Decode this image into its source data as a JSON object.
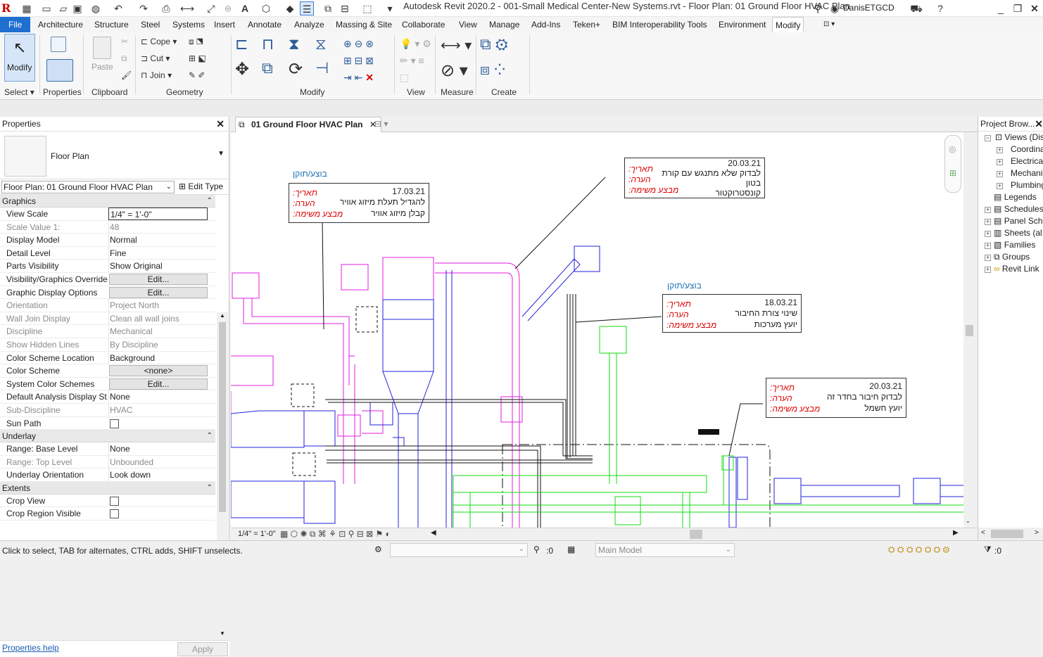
{
  "window": {
    "title": "Autodesk Revit 2020.2 - 001-Small Medical Center-New Systems.rvt - Floor Plan: 01 Ground Floor HVAC Plan",
    "user": "DanisETGCD"
  },
  "tabs": [
    "File",
    "Architecture",
    "Structure",
    "Steel",
    "Systems",
    "Insert",
    "Annotate",
    "Analyze",
    "Massing & Site",
    "Collaborate",
    "View",
    "Manage",
    "Add-Ins",
    "Teken+",
    "BIM Interoperability Tools",
    "Environment",
    "Modify"
  ],
  "ribbon": {
    "modify_label": "Modify",
    "paste_label": "Paste",
    "cope": "Cope",
    "cut": "Cut",
    "join": "Join",
    "panels": {
      "select": "Select",
      "properties": "Properties",
      "clipboard": "Clipboard",
      "geometry": "Geometry",
      "modify": "Modify",
      "view": "View",
      "measure": "Measure",
      "create": "Create"
    }
  },
  "properties": {
    "title": "Properties",
    "type_name": "Floor Plan",
    "instance": "Floor Plan: 01 Ground Floor HVAC Plan",
    "edit_type": "Edit Type",
    "sections": [
      {
        "name": "Graphics",
        "rows": [
          {
            "k": "View Scale",
            "v": "1/4\" = 1'-0\"",
            "t": "input"
          },
          {
            "k": "Scale Value    1:",
            "v": "48",
            "dis": true
          },
          {
            "k": "Display Model",
            "v": "Normal"
          },
          {
            "k": "Detail Level",
            "v": "Fine"
          },
          {
            "k": "Parts Visibility",
            "v": "Show Original"
          },
          {
            "k": "Visibility/Graphics Overrides",
            "v": "Edit...",
            "t": "btn"
          },
          {
            "k": "Graphic Display Options",
            "v": "Edit...",
            "t": "btn"
          },
          {
            "k": "Orientation",
            "v": "Project North",
            "dis": true
          },
          {
            "k": "Wall Join Display",
            "v": "Clean all wall joins",
            "dis": true
          },
          {
            "k": "Discipline",
            "v": "Mechanical",
            "dis": true
          },
          {
            "k": "Show Hidden Lines",
            "v": "By Discipline",
            "dis": true
          },
          {
            "k": "Color Scheme Location",
            "v": "Background"
          },
          {
            "k": "Color Scheme",
            "v": "<none>",
            "t": "btn"
          },
          {
            "k": "System Color Schemes",
            "v": "Edit...",
            "t": "btn"
          },
          {
            "k": "Default Analysis Display St...",
            "v": "None"
          },
          {
            "k": "Sub-Discipline",
            "v": "HVAC",
            "dis": true
          },
          {
            "k": "Sun Path",
            "v": "",
            "t": "chk"
          }
        ]
      },
      {
        "name": "Underlay",
        "rows": [
          {
            "k": "Range: Base Level",
            "v": "None"
          },
          {
            "k": "Range: Top Level",
            "v": "Unbounded",
            "dis": true
          },
          {
            "k": "Underlay Orientation",
            "v": "Look down"
          }
        ]
      },
      {
        "name": "Extents",
        "rows": [
          {
            "k": "Crop View",
            "v": "",
            "t": "chk"
          },
          {
            "k": "Crop Region Visible",
            "v": "",
            "t": "chk"
          }
        ]
      }
    ],
    "help": "Properties help",
    "apply": "Apply"
  },
  "view": {
    "tab": "01 Ground Floor HVAC Plan",
    "scale": "1/4\" = 1'-0\""
  },
  "notes": [
    {
      "tag": "בוצע/תוקן",
      "date": "17.03.21",
      "comment": "להגדיל תעלת מיזוג אוויר",
      "by": "קבלן מיזוג אוויר"
    },
    {
      "tag": "",
      "date": "20.03.21",
      "comment": "לבדוק שלא מתנגש עם קורת",
      "comment2": "בטון",
      "by": "קונסטרוקטור"
    },
    {
      "tag": "בוצע/תוקן",
      "date": "18.03.21",
      "comment": "שינוי צורת החיבור",
      "by": "יועץ מערכות"
    },
    {
      "tag": "",
      "date": "20.03.21",
      "comment": "לבדוק חיבור בחדר זה",
      "by": "יועץ חשמל"
    }
  ],
  "note_labels": {
    "date": ":תאריך",
    "comment": ":הערה",
    "by": ":מבצע משימה"
  },
  "browser": {
    "title": "Project Brow...",
    "items": [
      "Views (Dis",
      "Coordina",
      "Electrica",
      "Mechani",
      "Plumbing",
      "Legends",
      "Schedules",
      "Panel Sche",
      "Sheets (al",
      "Families",
      "Groups",
      "Revit Link"
    ]
  },
  "status": {
    "hint": "Click to select, TAB for alternates, CTRL adds, SHIFT unselects.",
    "workset_count": ":0",
    "model": "Main Model",
    "filter": ":0"
  }
}
